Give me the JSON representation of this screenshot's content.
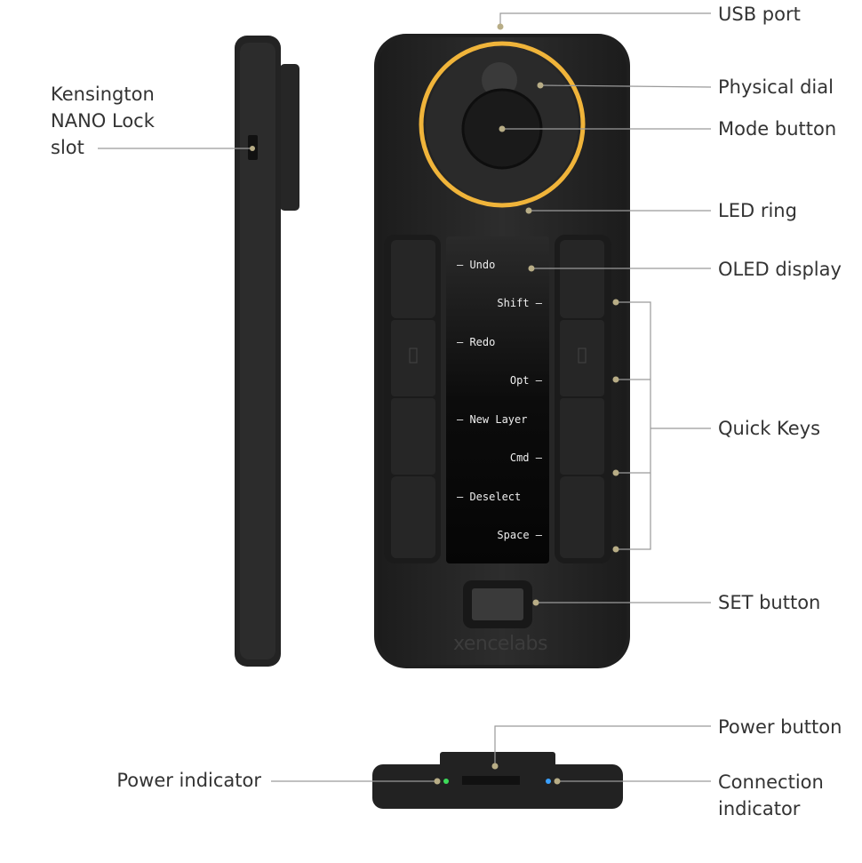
{
  "labels": {
    "usb_port": "USB port",
    "physical_dial": "Physical dial",
    "mode_button": "Mode button",
    "led_ring": "LED ring",
    "oled_display": "OLED display",
    "quick_keys": "Quick Keys",
    "set_button": "SET button",
    "power_button": "Power button",
    "power_indicator": "Power indicator",
    "connection_indicator": [
      "Connection",
      "indicator"
    ],
    "kensington": [
      "Kensington",
      "NANO Lock",
      "slot"
    ]
  },
  "oled_labels": {
    "left": [
      "Undo",
      "Redo",
      "New Layer",
      "Deselect"
    ],
    "right": [
      "Shift",
      "Opt",
      "Cmd",
      "Space"
    ]
  },
  "brand": "xencelabs",
  "colors": {
    "led_ring": "#f0b43a",
    "power_led": "#3ddc5a",
    "connection_led": "#3aa0ff",
    "callout_dot": "#b8ad86",
    "device": "#2a2a2a"
  }
}
